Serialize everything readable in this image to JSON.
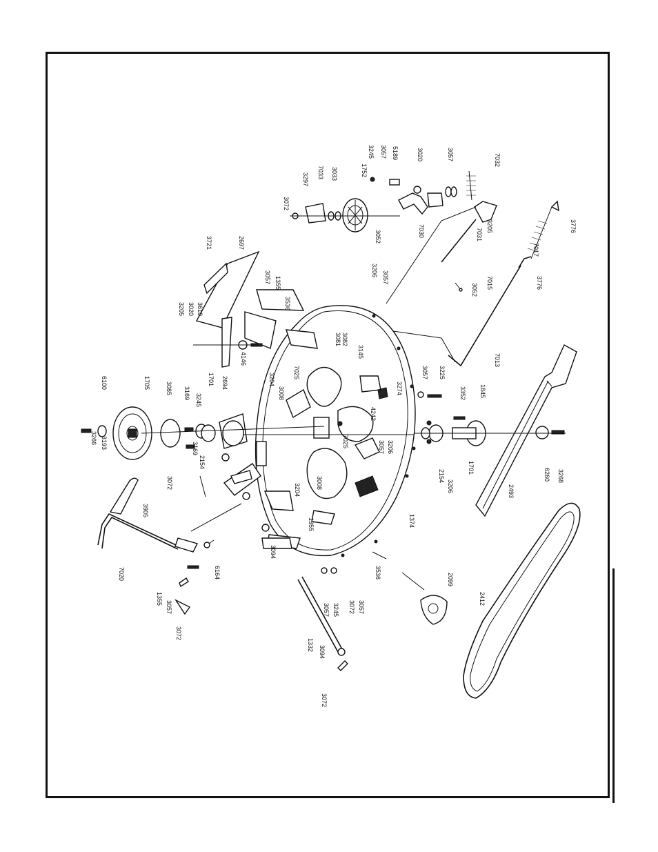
{
  "colors": {
    "ink": "#111111",
    "paper": "#ffffff"
  },
  "diagram": {
    "part_labels": [
      "3266",
      "3193",
      "6100",
      "1705",
      "3085",
      "3169",
      "3245",
      "1701",
      "2694",
      "3072",
      "3169",
      "2154",
      "3905",
      "7020",
      "6164",
      "1355",
      "3057",
      "3072",
      "3205",
      "3020",
      "3610",
      "4146",
      "3204",
      "3008",
      "7025",
      "3721",
      "2697",
      "3057",
      "1355",
      "3536",
      "3072",
      "3297",
      "7033",
      "3033",
      "1752",
      "3245",
      "3057",
      "5189",
      "3020",
      "3057",
      "7032",
      "3052",
      "7030",
      "7031",
      "3205",
      "3776",
      "3206",
      "3057",
      "3081",
      "3082",
      "3145",
      "4242",
      "3274",
      "3057",
      "3225",
      "3352",
      "1845",
      "7015",
      "3052",
      "7017",
      "3776",
      "7013",
      "2154",
      "3206",
      "1701",
      "6260",
      "3268",
      "2493",
      "3057",
      "3206",
      "7025",
      "3204",
      "3008",
      "1355",
      "1374",
      "3536",
      "2099",
      "3094",
      "3057",
      "3245",
      "3072",
      "3057",
      "1332",
      "3094",
      "3072",
      "2412"
    ]
  }
}
